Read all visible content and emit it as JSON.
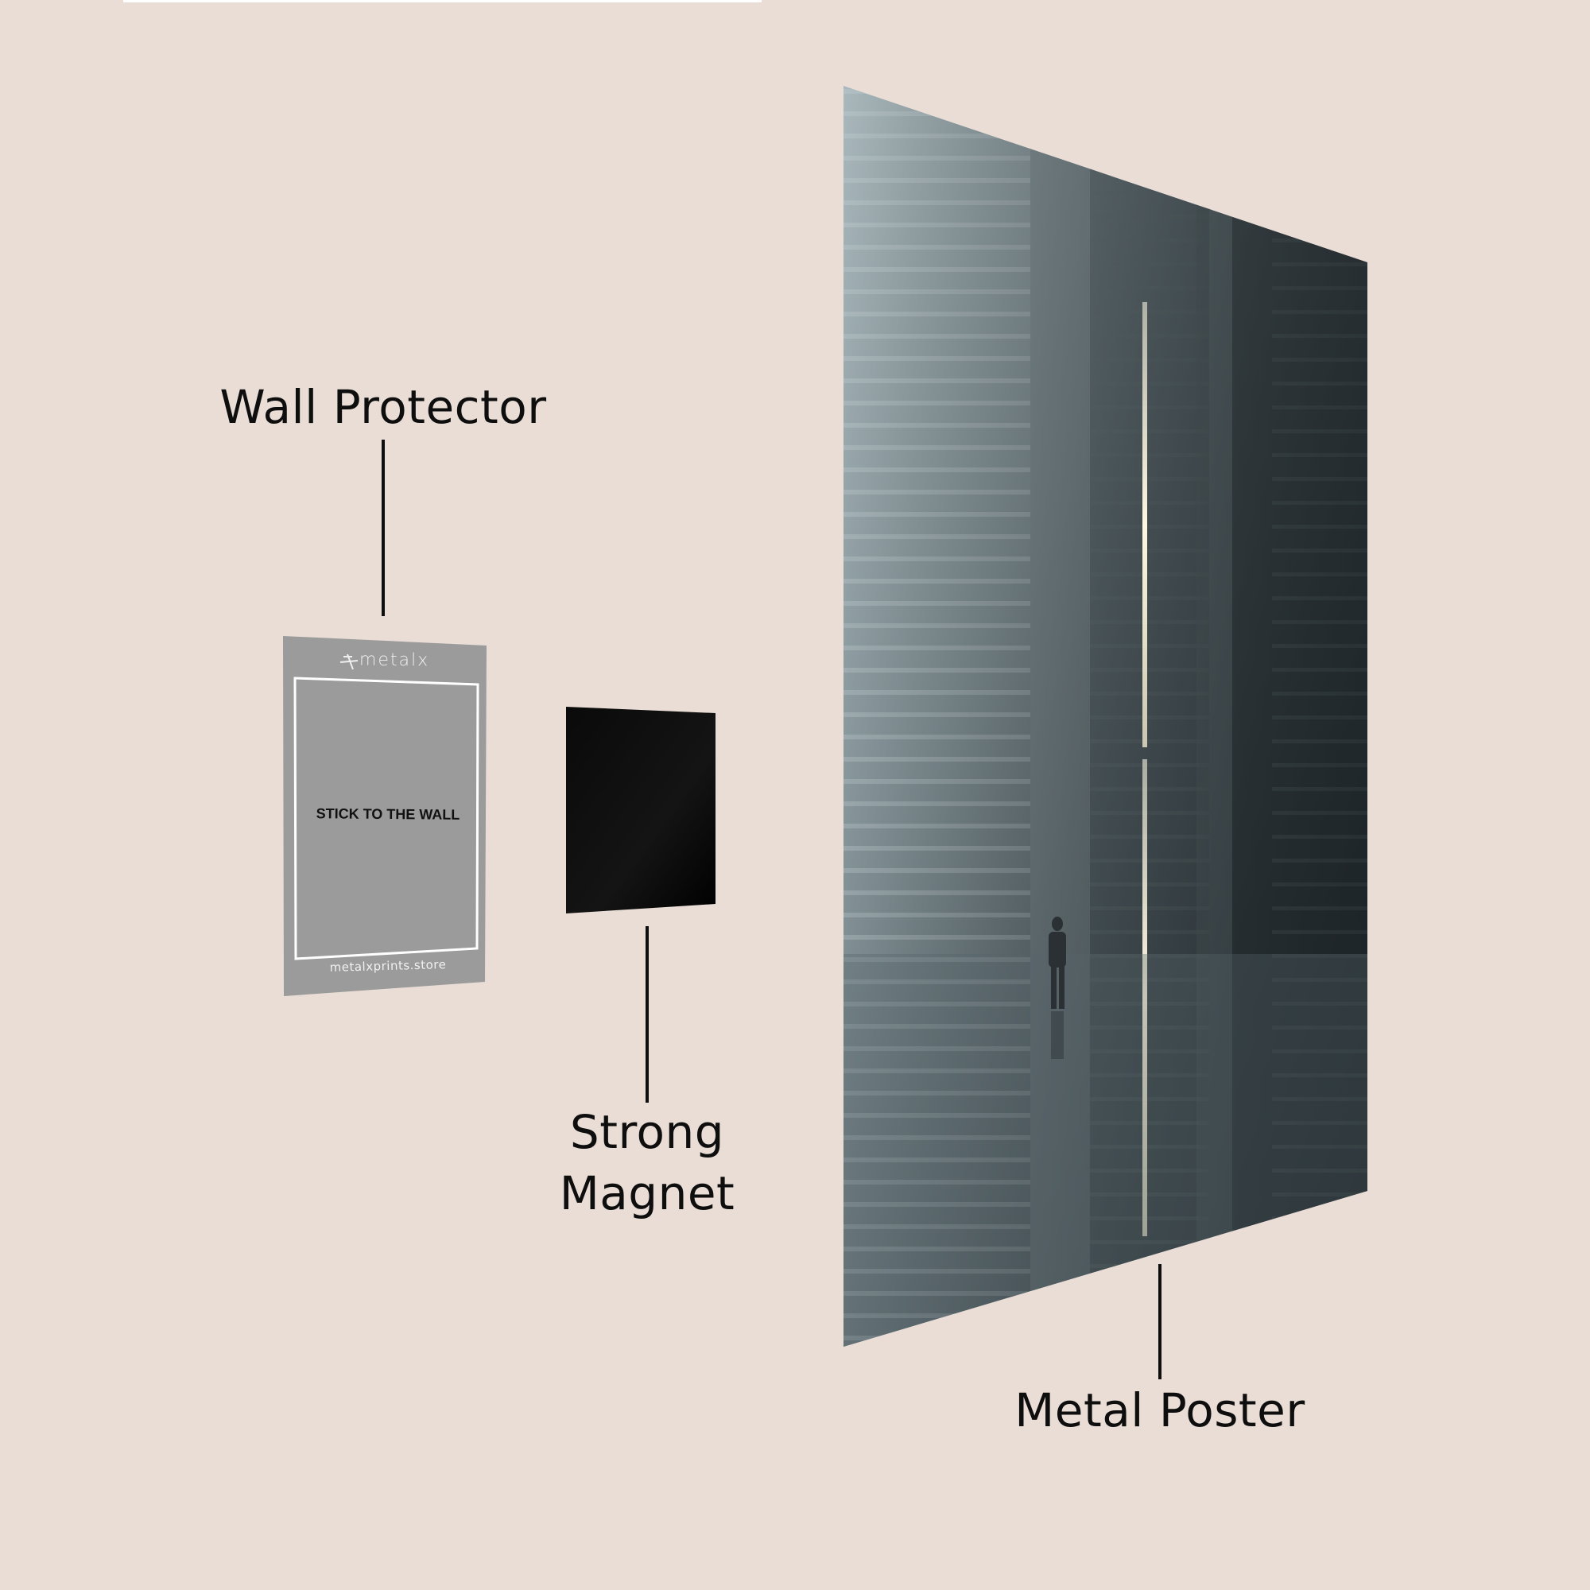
{
  "colors": {
    "background": "#E9DDD5",
    "label_text": "#0E0E0E",
    "protector_gray": "#9B9B9B",
    "protector_border": "#FFFFFF",
    "magnet_black": "#050505",
    "poster_light": "#9EAEB3",
    "poster_dark": "#2A3237",
    "light_strip": "#E8E3CF"
  },
  "labels": {
    "wall_protector": "Wall Protector",
    "strong_magnet_line1": "Strong",
    "strong_magnet_line2": "Magnet",
    "metal_poster": "Metal Poster"
  },
  "wall_protector": {
    "brand_logo_icon": "metalx-logo-icon",
    "brand_name": "metalx",
    "instruction": "STICK TO THE WALL",
    "website": "metalxprints.store"
  },
  "magnet": {
    "description": "black square magnet"
  },
  "metal_poster": {
    "artwork": "foggy brutalist skyscrapers with a glowing vertical light strip and a lone figure walking"
  }
}
